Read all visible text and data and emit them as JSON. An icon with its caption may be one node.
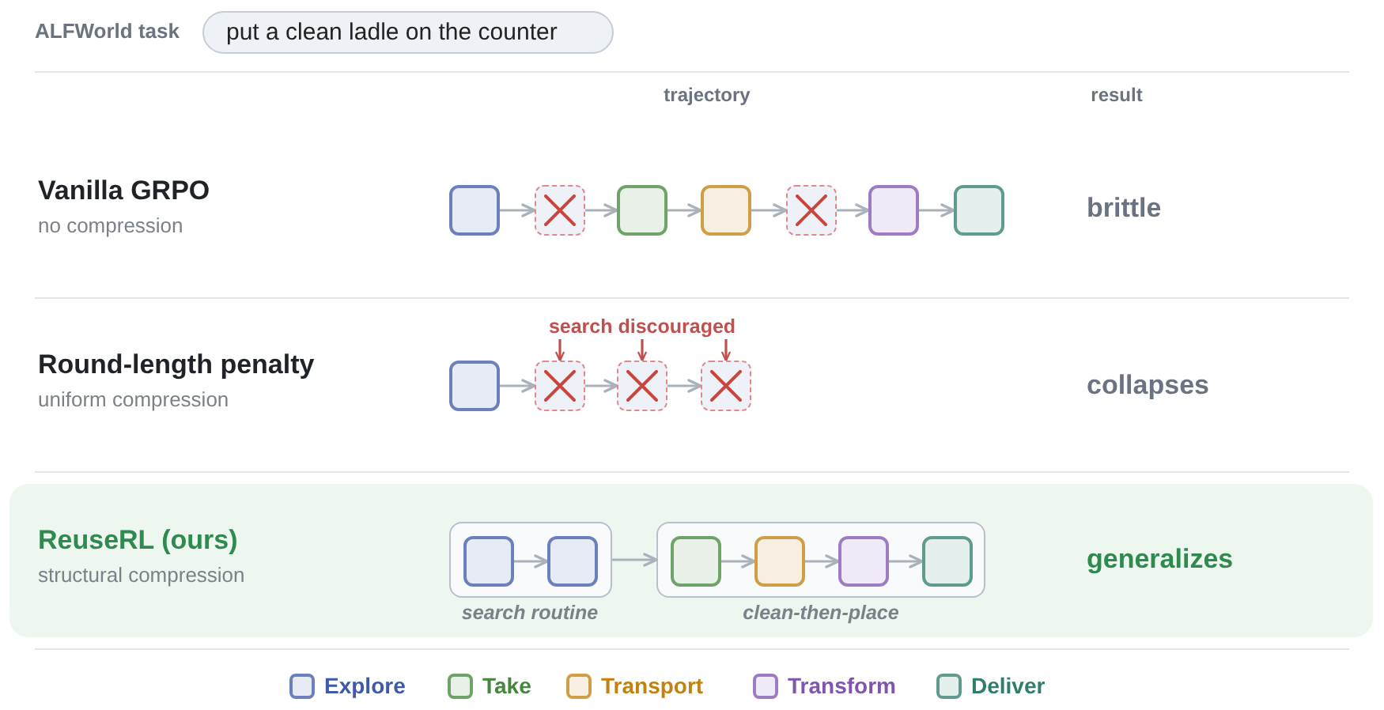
{
  "diagram": {
    "nodes": [
      {
        "text": [
          "put a clean ladle on the counter"
        ],
        "beside": [
          "ALFWorld task"
        ]
      },
      {
        "text": [],
        "shape": "box"
      },
      {
        "text": [],
        "shape": "box"
      },
      {
        "text": [],
        "shape": "box"
      },
      {
        "text": [],
        "shape": "box"
      },
      {
        "text": [],
        "shape": "box"
      },
      {
        "text": [],
        "shape": "box"
      },
      {
        "text": [],
        "shape": "box"
      },
      {
        "text": [
          "search discouraged"
        ]
      },
      {
        "text": [],
        "shape": "box"
      },
      {
        "text": [],
        "shape": "box"
      },
      {
        "text": [],
        "shape": "box"
      },
      {
        "text": [],
        "shape": "box"
      },
      {
        "text": [
          "ReuseRL (ours)",
          "structural compression",
          "generalizes"
        ]
      },
      {
        "text": [
          "search routine"
        ],
        "in": 13
      },
      {
        "text": [],
        "shape": "box",
        "in": 14
      },
      {
        "text": [],
        "shape": "box",
        "in": 14
      },
      {
        "text": [
          "clean-then-place"
        ],
        "in": 13
      },
      {
        "text": [],
        "shape": "box",
        "in": 17
      },
      {
        "text": [],
        "shape": "box",
        "in": 17
      },
      {
        "text": [],
        "shape": "box",
        "in": 17
      },
      {
        "text": [],
        "shape": "box",
        "in": 17
      }
    ],
    "edges": [
      {
        "from": 1,
        "to": 2,
        "arrow": "to"
      },
      {
        "from": 2,
        "to": 3,
        "arrow": "to"
      },
      {
        "from": 3,
        "to": 4,
        "arrow": "to"
      },
      {
        "from": 4,
        "to": 5,
        "arrow": "to"
      },
      {
        "from": 5,
        "to": 6,
        "arrow": "to"
      },
      {
        "from": 6,
        "to": 7,
        "arrow": "to"
      },
      {
        "from": 9,
        "to": 10,
        "arrow": "to"
      },
      {
        "from": 10,
        "to": 11,
        "arrow": "to"
      },
      {
        "from": 11,
        "to": 12,
        "arrow": "to"
      },
      {
        "from": 8,
        "to": 10,
        "arrow": "to",
        "color": "#c0504d"
      },
      {
        "from": 8,
        "to": 11,
        "arrow": "to",
        "color": "#c0504d"
      },
      {
        "from": 8,
        "to": 12,
        "arrow": "to",
        "color": "#c0504d"
      },
      {
        "from": 15,
        "to": 16,
        "arrow": "to"
      },
      {
        "from": 14,
        "to": 17,
        "arrow": "to"
      },
      {
        "from": 18,
        "to": 19,
        "arrow": "to"
      },
      {
        "from": 19,
        "to": 20,
        "arrow": "to"
      },
      {
        "from": 20,
        "to": 21,
        "arrow": "to"
      }
    ],
    "labels": [
      "trajectory",
      "result",
      "Vanilla GRPO",
      "no compression",
      "brittle",
      "Round-length penalty",
      "uniform compression",
      "collapses"
    ],
    "legend": [
      {
        "text": "Explore",
        "color": "#6b80bd"
      },
      {
        "text": "Take",
        "color": "#6fa36a"
      },
      {
        "text": "Transport",
        "color": "#cf9f48"
      },
      {
        "text": "Transform",
        "color": "#9d7cc4"
      },
      {
        "text": "Deliver",
        "color": "#5f9c8f"
      }
    ]
  }
}
